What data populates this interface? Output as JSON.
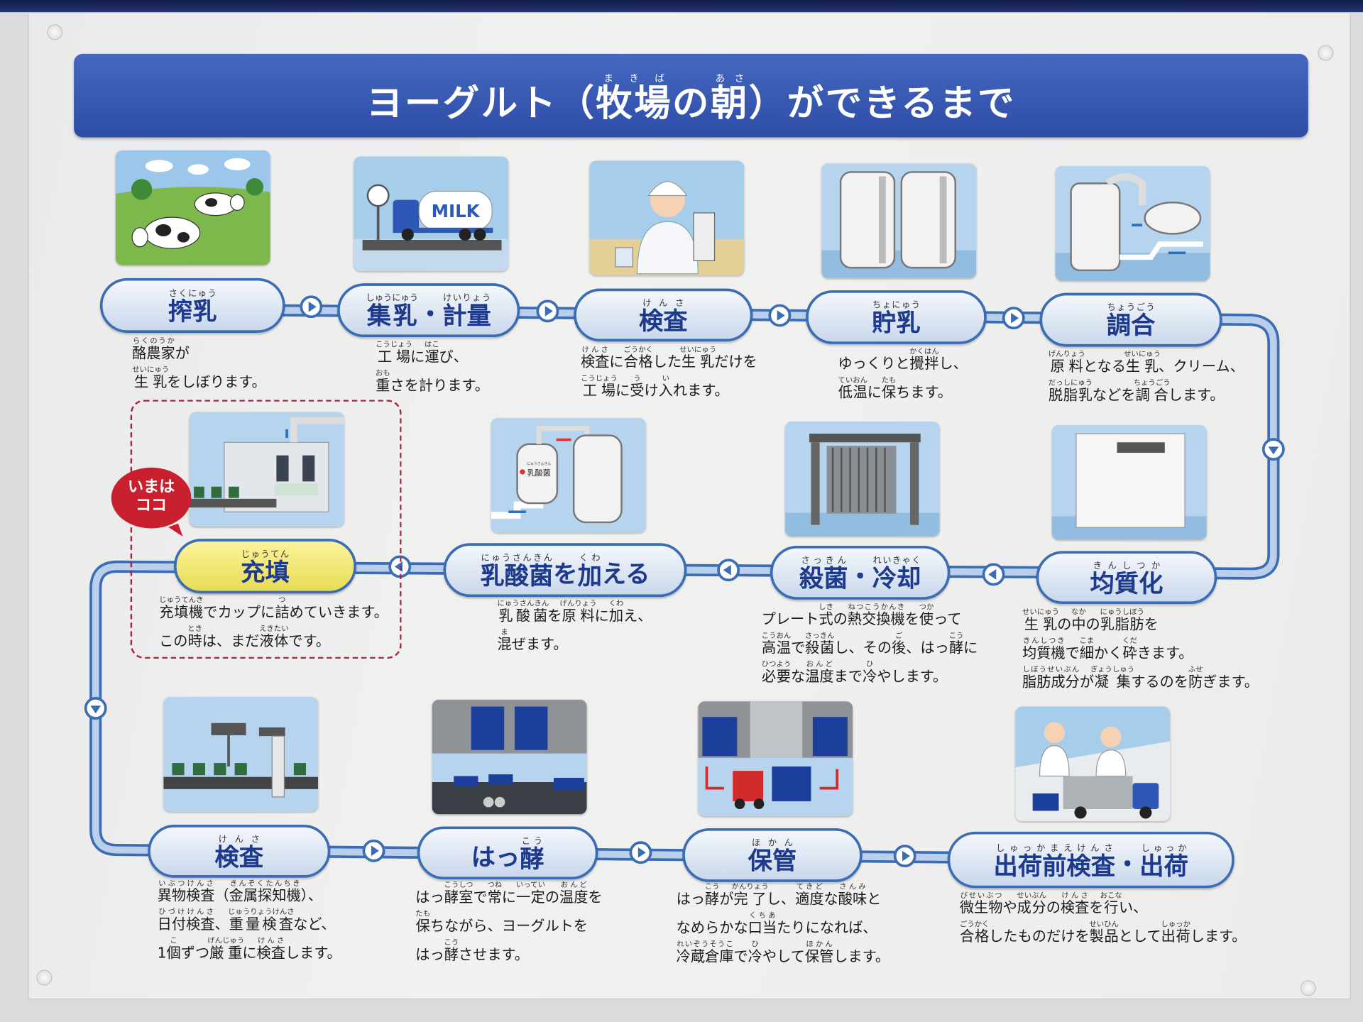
{
  "title": [
    [
      "ヨーグルト（"
    ],
    [
      "牧場",
      "まきば"
    ],
    [
      "の"
    ],
    [
      "朝",
      "あさ"
    ],
    [
      "）ができるまで"
    ]
  ],
  "current_marker": {
    "line1": "いまは",
    "line2": "ココ"
  },
  "image_labels": {
    "milk_truck": "MILK",
    "lactic_tank": "乳酸菌",
    "lactic_tank_ruby": "にゅうさんきん"
  },
  "colors": {
    "banner": "#2d4ca6",
    "pill_border": "#3b6db5",
    "pill_text": "#1d3a8c",
    "highlight": "#e8dc55",
    "marker": "#c8202f"
  },
  "steps": [
    {
      "order": 1,
      "icon": "cows-pasture",
      "title": [
        [
          "搾乳",
          "さくにゅう"
        ]
      ],
      "desc": [
        [
          [
            "酪農家",
            "らくのうか"
          ],
          [
            "が"
          ]
        ],
        [
          [
            "生乳",
            "せいにゅう"
          ],
          [
            "をしぼります。"
          ]
        ]
      ]
    },
    {
      "order": 2,
      "icon": "milk-truck",
      "title": [
        [
          "集乳",
          "しゅうにゅう"
        ],
        [
          "・"
        ],
        [
          "計量",
          "けいりょう"
        ]
      ],
      "desc": [
        [
          [
            "工場",
            "こうじょう"
          ],
          [
            "に"
          ],
          [
            "運",
            "はこ"
          ],
          [
            "び、"
          ]
        ],
        [
          [
            "重",
            "おも"
          ],
          [
            "さを計ります。"
          ]
        ]
      ]
    },
    {
      "order": 3,
      "icon": "lab-inspector",
      "title": [
        [
          "検査",
          "けんさ"
        ]
      ],
      "desc": [
        [
          [
            "検査",
            "けんさ"
          ],
          [
            "に"
          ],
          [
            "合格",
            "ごうかく"
          ],
          [
            "した"
          ],
          [
            "生乳",
            "せいにゅう"
          ],
          [
            "だけを"
          ]
        ],
        [
          [
            "工場",
            "こうじょう"
          ],
          [
            "に"
          ],
          [
            "受",
            "う"
          ],
          [
            "け"
          ],
          [
            "入",
            "い"
          ],
          [
            "れます。"
          ]
        ]
      ]
    },
    {
      "order": 4,
      "icon": "storage-tanks",
      "title": [
        [
          "貯乳",
          "ちょにゅう"
        ]
      ],
      "desc": [
        [
          [
            "ゆっくりと"
          ],
          [
            "攪拌",
            "かくはん"
          ],
          [
            "し、"
          ]
        ],
        [
          [
            "低温",
            "ていおん"
          ],
          [
            "に"
          ],
          [
            "保",
            "たも"
          ],
          [
            "ちます。"
          ]
        ]
      ]
    },
    {
      "order": 5,
      "icon": "mixing-tank",
      "title": [
        [
          "調合",
          "ちょうごう"
        ]
      ],
      "desc": [
        [
          [
            "原料",
            "げんりょう"
          ],
          [
            "となる"
          ],
          [
            "生乳",
            "せいにゅう"
          ],
          [
            "、クリーム、"
          ]
        ],
        [
          [
            "脱脂乳",
            "だっしにゅう"
          ],
          [
            "などを"
          ],
          [
            "調合",
            "ちょうごう"
          ],
          [
            "します。"
          ]
        ]
      ]
    },
    {
      "order": 6,
      "icon": "homogenizer",
      "title": [
        [
          "均質化",
          "きんしつか"
        ]
      ],
      "desc": [
        [
          [
            "生乳",
            "せいにゅう"
          ],
          [
            "の"
          ],
          [
            "中",
            "なか"
          ],
          [
            "の"
          ],
          [
            "乳脂肪",
            "にゅうしぼう"
          ],
          [
            "を"
          ]
        ],
        [
          [
            "均質機",
            "きんしつき"
          ],
          [
            "で"
          ],
          [
            "細",
            "こま"
          ],
          [
            "かく"
          ],
          [
            "砕",
            "くだ"
          ],
          [
            "きます。"
          ]
        ],
        [
          [
            "脂肪成分",
            "しぼうせいぶん"
          ],
          [
            "が"
          ],
          [
            "凝集",
            "ぎょうしゅう"
          ],
          [
            "するのを"
          ],
          [
            "防",
            "ふせ"
          ],
          [
            "ぎます。"
          ]
        ]
      ]
    },
    {
      "order": 7,
      "icon": "heat-exchanger",
      "title": [
        [
          "殺菌",
          "さっきん"
        ],
        [
          "・"
        ],
        [
          "冷却",
          "れいきゃく"
        ]
      ],
      "desc": [
        [
          [
            "プレート"
          ],
          [
            "式",
            "しき"
          ],
          [
            "の"
          ],
          [
            "熱交換機",
            "ねつこうかんき"
          ],
          [
            "を"
          ],
          [
            "使",
            "つか"
          ],
          [
            "って"
          ]
        ],
        [
          [
            "高温",
            "こうおん"
          ],
          [
            "で"
          ],
          [
            "殺菌",
            "さっきん"
          ],
          [
            "し、その"
          ],
          [
            "後",
            "ご"
          ],
          [
            "、はっ"
          ],
          [
            "酵",
            "こう"
          ],
          [
            "に"
          ]
        ],
        [
          [
            "必要",
            "ひつよう"
          ],
          [
            "な"
          ],
          [
            "温度",
            "おんど"
          ],
          [
            "まで"
          ],
          [
            "冷",
            "ひ"
          ],
          [
            "やします。"
          ]
        ]
      ]
    },
    {
      "order": 8,
      "icon": "culture-tanks",
      "title": [
        [
          "乳酸菌",
          "にゅうさんきん"
        ],
        [
          "を"
        ],
        [
          "加",
          "くわ"
        ],
        [
          "える"
        ]
      ],
      "desc": [
        [
          [
            "乳酸菌",
            "にゅうさんきん"
          ],
          [
            "を"
          ],
          [
            "原料",
            "げんりょう"
          ],
          [
            "に"
          ],
          [
            "加",
            "くわ"
          ],
          [
            "え、"
          ]
        ],
        [
          [
            "混",
            "ま"
          ],
          [
            "ぜます。"
          ]
        ]
      ]
    },
    {
      "order": 9,
      "icon": "filling-machine",
      "title": [
        [
          "充填",
          "じゅうてん"
        ]
      ],
      "desc": [
        [
          [
            "充填機",
            "じゅうてんき"
          ],
          [
            "でカップに"
          ],
          [
            "詰",
            "つ"
          ],
          [
            "めていきます。"
          ]
        ],
        [
          [
            "この"
          ],
          [
            "時",
            "とき"
          ],
          [
            "は、まだ"
          ],
          [
            "液体",
            "えきたい"
          ],
          [
            "です。"
          ]
        ]
      ]
    },
    {
      "order": 10,
      "icon": "inspection-line",
      "title": [
        [
          "検査",
          "けんさ"
        ]
      ],
      "desc": [
        [
          [
            "異物検査",
            "いぶつけんさ"
          ],
          [
            "（"
          ],
          [
            "金属探知機",
            "きんぞくたんちき"
          ],
          [
            "）、"
          ]
        ],
        [
          [
            "日付検査",
            "ひづけけんさ"
          ],
          [
            "、"
          ],
          [
            "重量検査",
            "じゅうりょうけんさ"
          ],
          [
            "など、"
          ]
        ],
        [
          [
            "1"
          ],
          [
            "個",
            "こ"
          ],
          [
            "ずつ"
          ],
          [
            "厳重",
            "げんじゅう"
          ],
          [
            "に"
          ],
          [
            "検査",
            "けんさ"
          ],
          [
            "します。"
          ]
        ]
      ]
    },
    {
      "order": 11,
      "icon": "fermentation-room",
      "title": [
        [
          "はっ"
        ],
        [
          "酵",
          "こう"
        ]
      ],
      "desc": [
        [
          [
            "はっ"
          ],
          [
            "酵室",
            "こうしつ"
          ],
          [
            "で"
          ],
          [
            "常",
            "つね"
          ],
          [
            "に"
          ],
          [
            "一定",
            "いってい"
          ],
          [
            "の"
          ],
          [
            "温度",
            "おんど"
          ],
          [
            "を"
          ]
        ],
        [
          [
            "保",
            "たも"
          ],
          [
            "ちながら、ヨーグルトを"
          ]
        ],
        [
          [
            "はっ"
          ],
          [
            "酵",
            "こう"
          ],
          [
            "させます。"
          ]
        ]
      ]
    },
    {
      "order": 12,
      "icon": "cold-storage-forklift",
      "title": [
        [
          "保管",
          "ほかん"
        ]
      ],
      "desc": [
        [
          [
            "はっ"
          ],
          [
            "酵",
            "こう"
          ],
          [
            "が"
          ],
          [
            "完了",
            "かんりょう"
          ],
          [
            "し、"
          ],
          [
            "適度",
            "てきど"
          ],
          [
            "な"
          ],
          [
            "酸味",
            "さんみ"
          ],
          [
            "と"
          ]
        ],
        [
          [
            "なめらかな"
          ],
          [
            "口当",
            "くちあ"
          ],
          [
            "たりになれば、"
          ]
        ],
        [
          [
            "冷蔵倉庫",
            "れいぞうそうこ"
          ],
          [
            "で"
          ],
          [
            "冷",
            "ひ"
          ],
          [
            "やして"
          ],
          [
            "保管",
            "ほかん"
          ],
          [
            "します。"
          ]
        ]
      ]
    },
    {
      "order": 13,
      "icon": "shipping-truck",
      "title": [
        [
          "出荷前検査",
          "しゅっかまえけんさ"
        ],
        [
          "・"
        ],
        [
          "出荷",
          "しゅっか"
        ]
      ],
      "desc": [
        [
          [
            "微生物",
            "びせいぶつ"
          ],
          [
            "や"
          ],
          [
            "成分",
            "せいぶん"
          ],
          [
            "の"
          ],
          [
            "検査",
            "けんさ"
          ],
          [
            "を"
          ],
          [
            "行",
            "おこな"
          ],
          [
            "い、"
          ]
        ],
        [
          [
            "合格",
            "ごうかく"
          ],
          [
            "したものだけを"
          ],
          [
            "製品",
            "せいひん"
          ],
          [
            "として"
          ],
          [
            "出荷",
            "しゅっか"
          ],
          [
            "します。"
          ]
        ]
      ]
    }
  ]
}
